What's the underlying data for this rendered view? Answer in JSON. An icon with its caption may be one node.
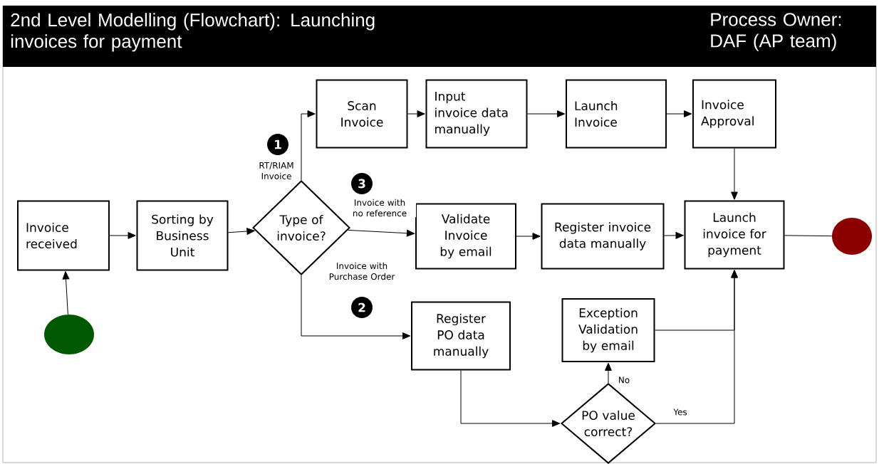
{
  "diagram": {
    "title": "2nd Level Modelling (Flowchart): Launching invoices for payment",
    "nodes": [
      {
        "text": [
          "Invoice received"
        ]
      },
      {
        "text": [
          "Sorting by Business Unit"
        ]
      },
      {
        "text": [
          "Type of invoice?"
        ]
      },
      {
        "text": [
          "Scan Invoice"
        ]
      },
      {
        "text": [
          "Input invoice data manually"
        ]
      },
      {
        "text": [
          "Launch Invoice"
        ]
      },
      {
        "text": [
          "Invoice Approval"
        ]
      },
      {
        "text": [
          "Validate Invoice by email"
        ]
      },
      {
        "text": [
          "Register invoice data manually"
        ]
      },
      {
        "text": [
          "Launch invoice for payment"
        ]
      },
      {
        "text": [
          "Register PO data manually"
        ]
      },
      {
        "text": [
          "Exception Validation by email"
        ]
      },
      {
        "text": [
          "PO value correct?"
        ]
      },
      {
        "text": [],
        "shape": "circle"
      },
      {
        "text": [],
        "shape": "circle"
      }
    ],
    "edges": [
      {
        "from": 13,
        "to": 0,
        "arrow": "to"
      },
      {
        "from": 0,
        "to": 1,
        "arrow": "to"
      },
      {
        "from": 1,
        "to": 2,
        "arrow": "to"
      },
      {
        "from": 2,
        "to": 3,
        "arrow": "to",
        "label": "RT/RIAM Invoice"
      },
      {
        "from": 3,
        "to": 4,
        "arrow": "to"
      },
      {
        "from": 4,
        "to": 5,
        "arrow": "to"
      },
      {
        "from": 5,
        "to": 6,
        "arrow": "to"
      },
      {
        "from": 6,
        "to": 9,
        "arrow": "to"
      },
      {
        "from": 2,
        "to": 7,
        "arrow": "to",
        "label": "Invoice with no reference"
      },
      {
        "from": 7,
        "to": 8,
        "arrow": "to"
      },
      {
        "from": 8,
        "to": 9,
        "arrow": "to"
      },
      {
        "from": 2,
        "to": 10,
        "arrow": "to",
        "label": "Invoice with Purchase Order"
      },
      {
        "from": 10,
        "to": 12,
        "arrow": "to"
      },
      {
        "from": 12,
        "to": 11,
        "arrow": "to",
        "label": "No"
      },
      {
        "from": 12,
        "to": 9,
        "arrow": "to",
        "label": "Yes"
      },
      {
        "from": 11,
        "to": 9,
        "arrow": "to"
      },
      {
        "from": 9,
        "to": 14,
        "arrow": "none"
      }
    ],
    "labels": [
      "Process Owner: DAF (AP team)",
      "1",
      "3",
      "2"
    ]
  }
}
